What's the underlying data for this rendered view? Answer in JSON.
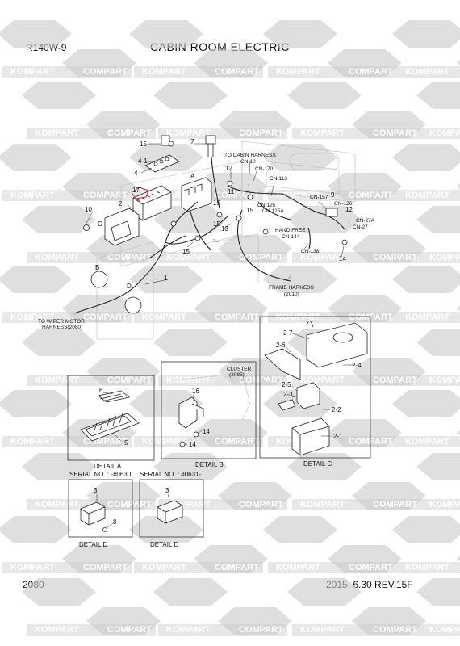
{
  "header": {
    "model": "R140W-9",
    "title": "CABIN ROOM ELECTRIC"
  },
  "footer": {
    "page_number": "2080",
    "revision": "2015. 6.30  REV.15F"
  },
  "watermark": {
    "logo_a": "KOMPART",
    "logo_b": "COMPART",
    "color": "#c9c9c9"
  },
  "callouts": {
    "p1": "1",
    "p2": "2",
    "p2_1": "2-1",
    "p2_2": "2-2",
    "p2_3": "2-3",
    "p2_4": "2-4",
    "p2_5": "2-5",
    "p2_6": "2-6",
    "p2_7": "2-7",
    "p3a": "3",
    "p3b": "3",
    "p4": "4",
    "p4_1": "4-1",
    "p5": "5",
    "p6": "6",
    "p7": "7",
    "p8": "8",
    "p9": "9",
    "p10": "10",
    "p11": "11",
    "p12a": "12",
    "p12b": "12",
    "p13": "13",
    "p14a": "14",
    "p14b": "14",
    "p14c": "14",
    "p15a": "15",
    "p15b": "15",
    "p15c": "15",
    "p15d": "15",
    "p15e": "15",
    "p16": "16",
    "p17": "17",
    "refA": "A",
    "refB": "B",
    "refC": "C",
    "refD": "D"
  },
  "connectors": {
    "cn10": "CN-10",
    "cn170": "CN-170",
    "cn113": "CN-113",
    "cn157": "CN-157",
    "cn126": "CN-126",
    "cn125": "CN-125",
    "cn125a": "CN-125A",
    "cn27a": "CN-27A",
    "cn27": "CN-27",
    "cn144": "CN-144",
    "cn138": "CN-138"
  },
  "notes": {
    "to_cabin": "TO CABIN HARNESS",
    "hand_free": "HAND FREE",
    "frame_harness": "FRAME HARNESS",
    "frame_harness_no": "(2010)",
    "to_wiper": "TO WIPER MOTOR",
    "wiper_harness": "HARNESS(2080)",
    "cluster": "CLUSTER",
    "cluster_no": "(2085)"
  },
  "details": {
    "a": "DETAIL A",
    "b": "DETAIL B",
    "c": "DETAIL C",
    "d1": "DETAIL D",
    "d2": "DETAIL D",
    "serial1": "SERIAL NO. : -#0630",
    "serial2": "SERIAL NO. : #0631-"
  }
}
